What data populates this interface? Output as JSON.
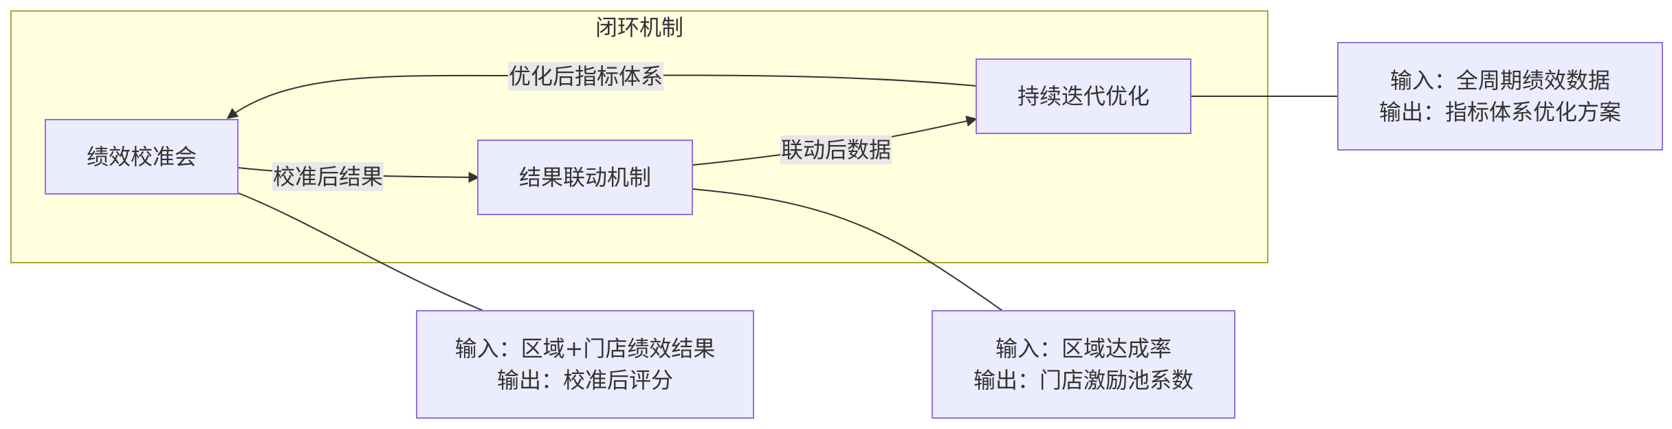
{
  "cluster": {
    "title": "闭环机制",
    "fill": "#ffffde",
    "stroke": "#aaaa33"
  },
  "node_style": {
    "fill": "#ececff",
    "stroke": "#9370db"
  },
  "nodes": {
    "calibration_meeting": {
      "label": "绩效校准会"
    },
    "result_linkage": {
      "label": "结果联动机制"
    },
    "continuous_iteration": {
      "label": "持续迭代优化"
    }
  },
  "notes": {
    "calibration_io": {
      "line1": "输入：区域+门店绩效结果",
      "line2": "输出：校准后评分"
    },
    "linkage_io": {
      "line1": "输入：区域达成率",
      "line2": "输出：门店激励池系数"
    },
    "iteration_io": {
      "line1": "输入：全周期绩效数据",
      "line2": "输出：指标体系优化方案"
    }
  },
  "edges": {
    "calibrated_results": {
      "label": "校准后结果",
      "from": "绩效校准会",
      "to": "结果联动机制"
    },
    "linked_data": {
      "label": "联动后数据",
      "from": "结果联动机制",
      "to": "持续迭代优化"
    },
    "optimized_index_system": {
      "label": "优化后指标体系",
      "from": "持续迭代优化",
      "to": "绩效校准会"
    }
  },
  "edge_label_bg": "#e8e8e8",
  "edge_color": "#333333"
}
